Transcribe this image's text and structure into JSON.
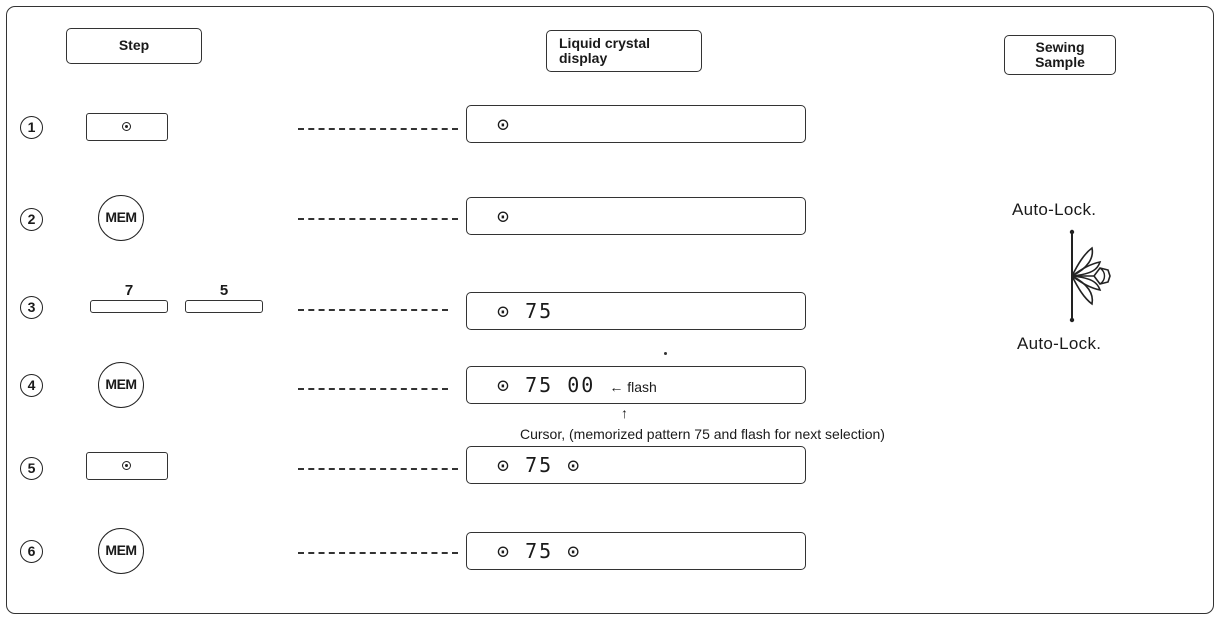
{
  "headers": {
    "step": "Step",
    "lcd_line1": "Liquid crystal",
    "lcd_line2": "display",
    "sewing_line1": "Sewing",
    "sewing_line2": "Sample"
  },
  "steps": [
    {
      "num": "1",
      "button": "dot-button",
      "lcd": "⊙"
    },
    {
      "num": "2",
      "button": "MEM",
      "lcd": "⊙"
    },
    {
      "num": "3",
      "keys": [
        "7",
        "5"
      ],
      "lcd": "⊙ 75"
    },
    {
      "num": "4",
      "button": "MEM",
      "lcd": "⊙ 75 00",
      "flash_note": "← flash"
    },
    {
      "num": "5",
      "button": "dot-button",
      "lcd": "⊙ 75 ⊙"
    },
    {
      "num": "6",
      "button": "MEM",
      "lcd": "⊙ 75 ⊙"
    }
  ],
  "cursor_note": "Cursor, (memorized pattern 75 and flash for next selection)",
  "sewing_sample": {
    "top_label": "Auto-Lock.",
    "bottom_label": "Auto-Lock."
  }
}
